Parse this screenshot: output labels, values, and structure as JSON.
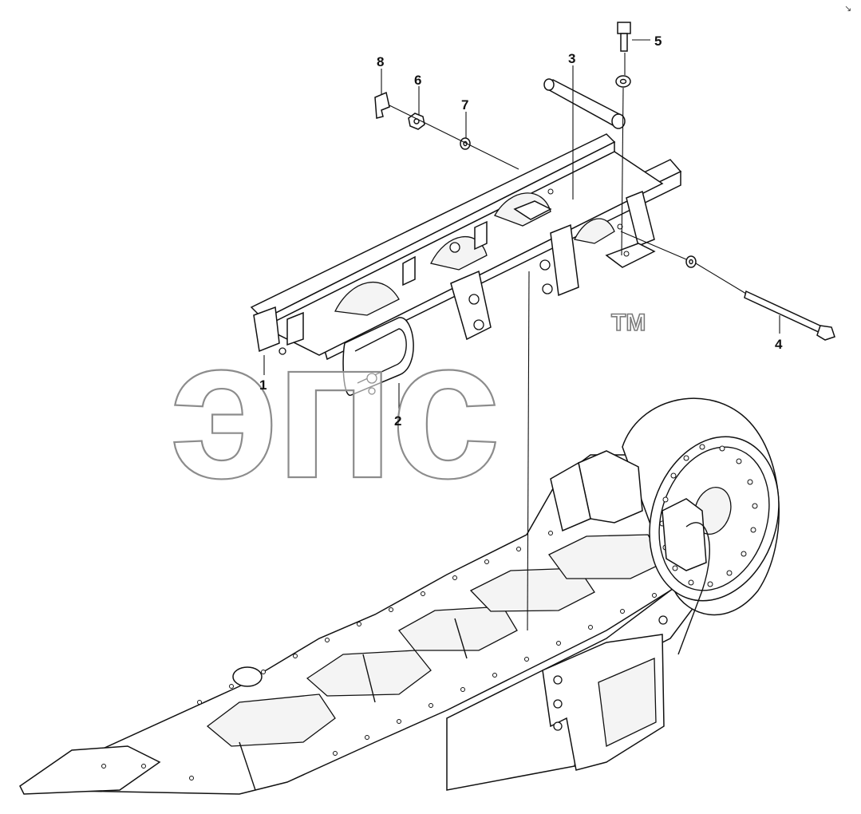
{
  "watermark": {
    "text": "эпс",
    "trademark": "TM"
  },
  "callouts": [
    {
      "id": "1",
      "label": "1"
    },
    {
      "id": "2",
      "label": "2"
    },
    {
      "id": "3",
      "label": "3"
    },
    {
      "id": "4",
      "label": "4"
    },
    {
      "id": "5",
      "label": "5"
    },
    {
      "id": "6",
      "label": "6"
    },
    {
      "id": "7",
      "label": "7"
    },
    {
      "id": "8",
      "label": "8"
    }
  ],
  "corner_mark": "↘"
}
